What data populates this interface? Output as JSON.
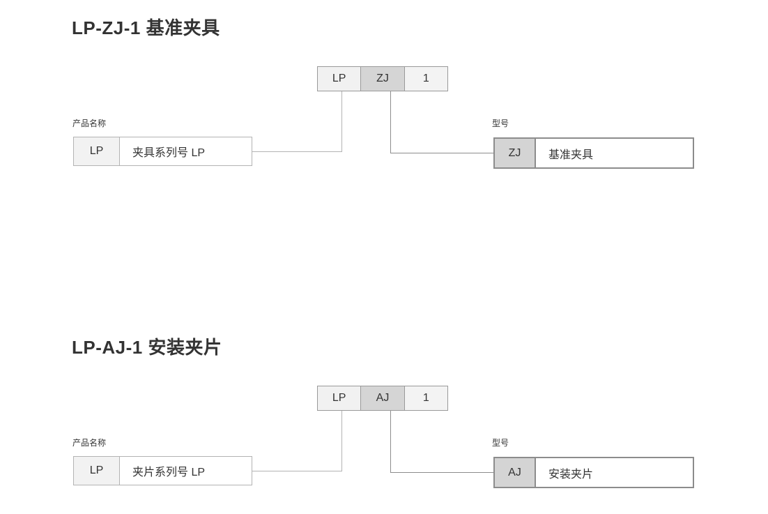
{
  "colors": {
    "title_text": "#333333",
    "cell_text": "#333333",
    "cell_bg_light": "#f1f1f1",
    "cell_bg_highlight": "#d5d5d5",
    "code_box_border": "#999999",
    "product_box_border": "#b3b3b3",
    "model_box_border": "#8c8c8c",
    "connector_left": "#b3b3b3",
    "connector_right": "#8c8c8c"
  },
  "sections": [
    {
      "title": "LP-ZJ-1 基准夹具",
      "code_box": {
        "cells": [
          {
            "text": "LP"
          },
          {
            "text": "ZJ"
          },
          {
            "text": "1"
          }
        ]
      },
      "product_name": {
        "label": "产品名称",
        "code": "LP",
        "description": "夹具系列号 LP"
      },
      "model": {
        "label": "型号",
        "code": "ZJ",
        "description": "基准夹具"
      }
    },
    {
      "title": "LP-AJ-1 安装夹片",
      "code_box": {
        "cells": [
          {
            "text": "LP"
          },
          {
            "text": "AJ"
          },
          {
            "text": "1"
          }
        ]
      },
      "product_name": {
        "label": "产品名称",
        "code": "LP",
        "description": "夹片系列号 LP"
      },
      "model": {
        "label": "型号",
        "code": "AJ",
        "description": "安装夹片"
      }
    }
  ]
}
